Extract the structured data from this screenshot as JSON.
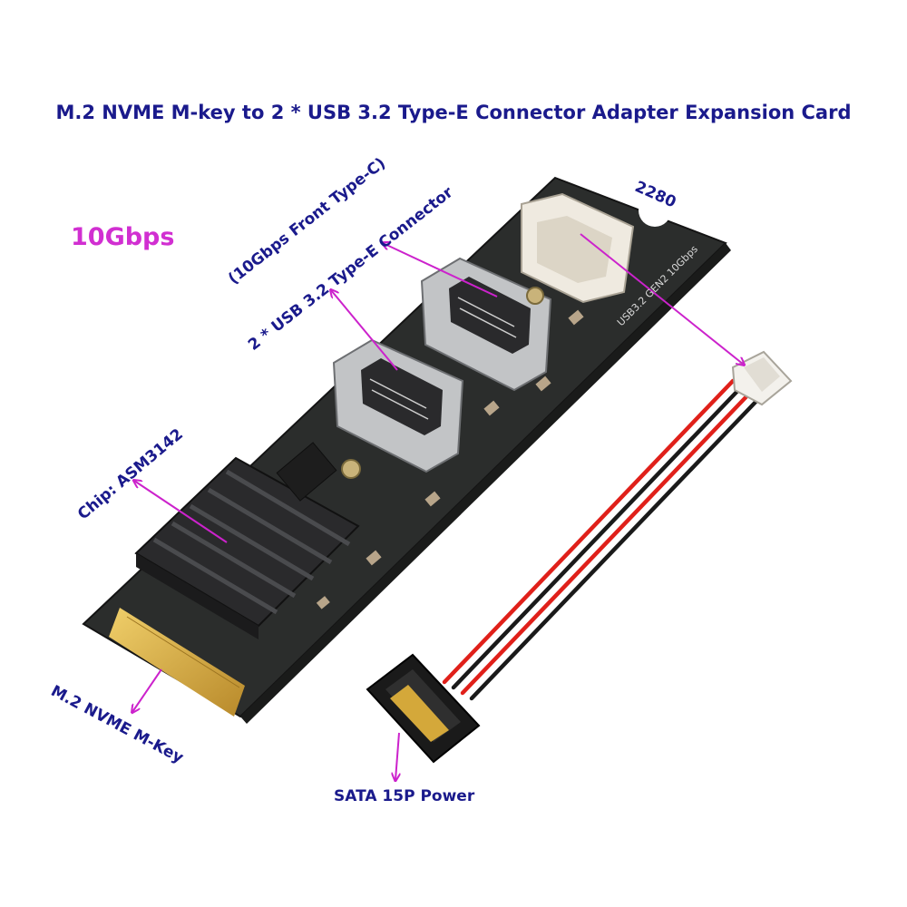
{
  "title": "M.2 NVME M-key to 2 * USB 3.2 Type-E Connector Adapter Expansion Card",
  "speed_badge": "10Gbps",
  "callouts": {
    "connector_line1": "(10Gbps Front Type-C)",
    "connector_line2": "2 * USB 3.2 Type-E Connector",
    "size": "2280",
    "chip": "Chip: ASM3142",
    "edge_connector": "M.2 NVME M-Key",
    "power": "SATA 15P Power"
  },
  "pcb_silkscreen": "USB3.2 GEN2 10Gbps",
  "colors": {
    "label_text": "#1a1a8c",
    "speed_badge": "#d12fd1",
    "arrow": "#cc22cc",
    "pcb": "#2b2d2c",
    "gold_contacts": "#d4a83a",
    "cable_red": "#e0201a",
    "cable_black": "#1a1a1a"
  }
}
